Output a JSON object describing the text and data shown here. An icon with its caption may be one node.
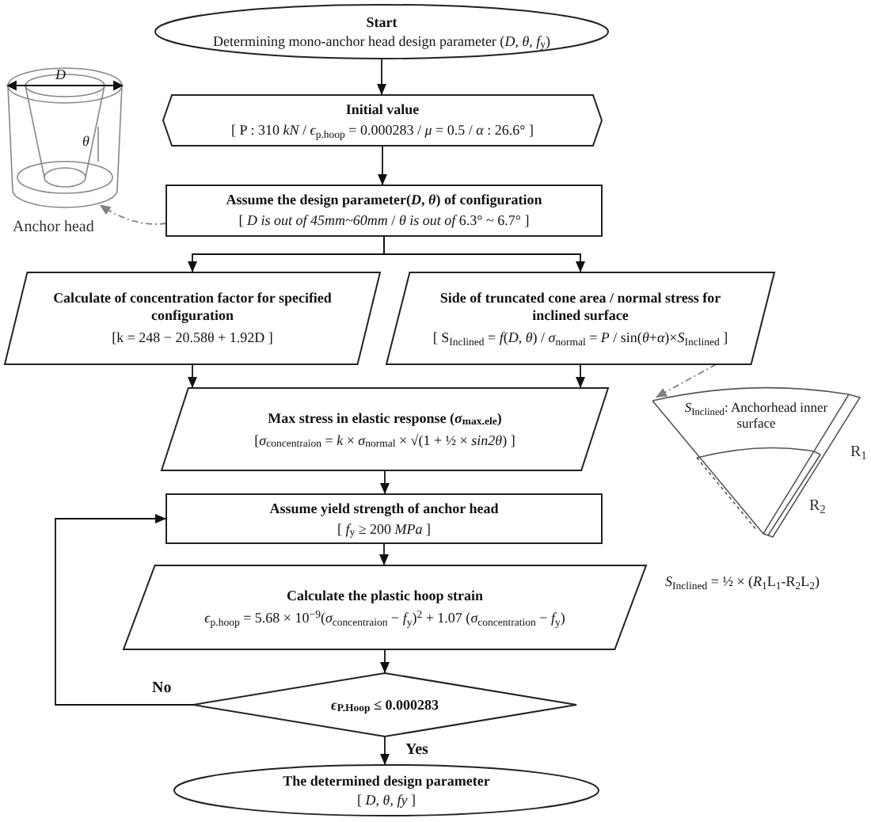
{
  "diagram": {
    "nodes": [
      {
        "text": [
          "Start",
          "Determining mono-anchor head design parameter (*D*, *θ*, *f*$_{y}$)"
        ]
      },
      {
        "text": [
          "Initial value",
          "[ P : 310 *kN* / *ϵ*$_{p.hoop}$ = 0.000283 / *μ* = 0.5 / *α* : 26.6° ]"
        ]
      },
      {
        "text": [
          "Assume the design parameter(*D*, *θ*) of configuration",
          "[ *D is out of 45mm~60mm* / *θ is out of* 6.3° ~ 6.7° ]"
        ]
      },
      {
        "text": [
          "Calculate of concentration factor for specified configuration",
          "[k = 248 − 20.58θ + 1.92D ]"
        ]
      },
      {
        "text": [
          "Side of truncated cone area / normal stress for inclined surface",
          "[ S$_{Inclined}$ = *f*(*D*, *θ*) / *σ*$_{normal}$ = *P* / sin(*θ*+*α*)×*S*$_{Inclined}$ ]"
        ]
      },
      {
        "text": [
          "Max stress in elastic response (*σ*$_{max.ele}$)",
          "[*σ*$_{concentraion}$ = *k* × *σ*$_{normal}$ × √(1 + ½ × *sin2θ*) ]"
        ]
      },
      {
        "text": [
          "Assume yield strength of anchor head",
          "[ *f*$_{y}$ ≥ 200 *MPa* ]"
        ]
      },
      {
        "text": [
          "Calculate the plastic hoop strain",
          "*ϵ*$_{p.hoop}$ = 5.68 × 10$^{−9}$(*σ*$_{concentraion}$ − *f*$_{y}$)$^{2}$ + 1.07 (*σ*$_{concentration}$ − *f*$_{y}$)"
        ]
      },
      {
        "text": [
          "*ϵ*$_{P.Hoop}$ ≤ 0.000283"
        ]
      },
      {
        "text": [
          "The determined design parameter",
          "[ *D*, *θ*, *fy* ]"
        ]
      },
      {
        "text": [],
        "shape": "picture",
        "beside": [
          "Anchor head"
        ]
      },
      {
        "text": [
          "*S*$_{Inclined}$: Anchorhead inner surface"
        ],
        "beside": [
          "R$_{1}$",
          "R$_{2}$"
        ]
      }
    ],
    "edges": [
      {
        "from": 0,
        "to": 1,
        "arrow": "to"
      },
      {
        "from": 1,
        "to": 2,
        "arrow": "to"
      },
      {
        "from": 2,
        "to": 3,
        "arrow": "to"
      },
      {
        "from": 2,
        "to": 4,
        "arrow": "to"
      },
      {
        "from": 3,
        "to": 5,
        "arrow": "to"
      },
      {
        "from": 4,
        "to": 5,
        "arrow": "to"
      },
      {
        "from": 5,
        "to": 6,
        "arrow": "to"
      },
      {
        "from": 6,
        "to": 7,
        "arrow": "to"
      },
      {
        "from": 7,
        "to": 8,
        "arrow": "to"
      },
      {
        "from": 8,
        "to": 9,
        "arrow": "to",
        "label": "Yes"
      },
      {
        "from": 8,
        "to": 6,
        "arrow": "to",
        "label": "No"
      },
      {
        "from": 2,
        "to": 10,
        "arrow": "to",
        "style": "dashed",
        "color": "#808080"
      },
      {
        "from": 4,
        "to": 11,
        "arrow": "to",
        "style": "dashed",
        "color": "#808080"
      }
    ],
    "labels": [
      "*D*",
      "*θ*",
      "*S*$_{Inclined}$ = ½ × (*R*$_{1}$L$_{1}$-R$_{2}$L$_{2}$)"
    ]
  }
}
